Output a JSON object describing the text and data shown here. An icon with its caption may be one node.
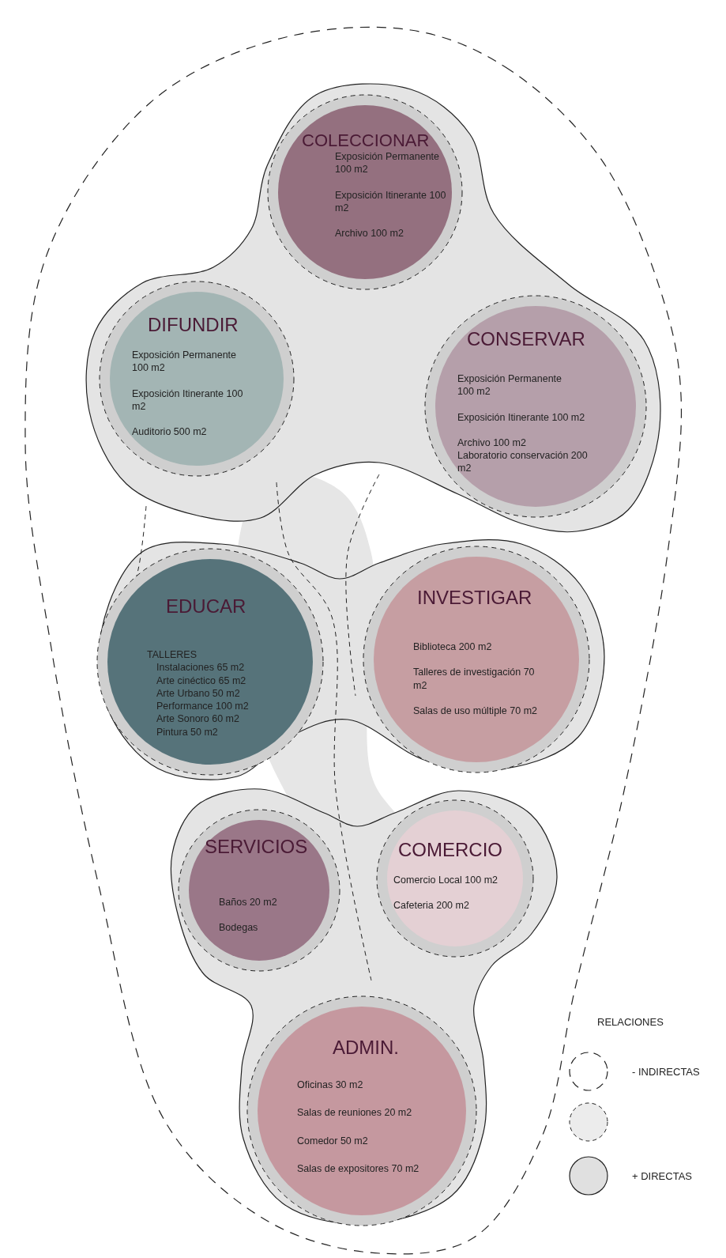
{
  "diagram": {
    "nodes": [
      {
        "text": [
          "COLECCIONAR",
          "Exposición Permanente 100 m2",
          "Exposición Itinerante 100 m2",
          "Archivo 100 m2"
        ]
      },
      {
        "text": [
          "DIFUNDIR",
          "Exposición Permanente 100 m2",
          "Exposición Itinerante 100 m2",
          "Auditorio 500 m2"
        ]
      },
      {
        "text": [
          "CONSERVAR",
          "Exposición Permanente 100 m2",
          "Exposición Itinerante 100 m2",
          "Archivo 100 m2",
          "Laboratorio conservación 200 m2"
        ]
      },
      {
        "text": [
          "EDUCAR",
          "TALLERES",
          "Instalaciones 65 m2",
          "Arte cinéctico 65 m2",
          "Arte Urbano 50 m2",
          "Performance 100 m2",
          "Arte Sonoro 60 m2",
          "Pintura 50 m2"
        ]
      },
      {
        "text": [
          "INVESTIGAR",
          "Biblioteca 200 m2",
          "Talleres de investigación 70 m2",
          "Salas de uso múltiple 70 m2"
        ]
      },
      {
        "text": [
          "SERVICIOS",
          "Baños 20 m2",
          "Bodegas"
        ]
      },
      {
        "text": [
          "COMERCIO",
          "Comercio Local 100 m2",
          "Cafeteria 200 m2"
        ]
      },
      {
        "text": [
          "ADMIN.",
          "Oficinas 30 m2",
          "Salas de reuniones 20 m2",
          "Comedor 50 m2",
          "Salas de expositores 70 m2"
        ]
      }
    ],
    "labels": [
      "RELACIONES"
    ],
    "legend": [
      {
        "text": "- INDIRECTAS"
      },
      {
        "text": "+ DIRECTAS"
      }
    ]
  }
}
